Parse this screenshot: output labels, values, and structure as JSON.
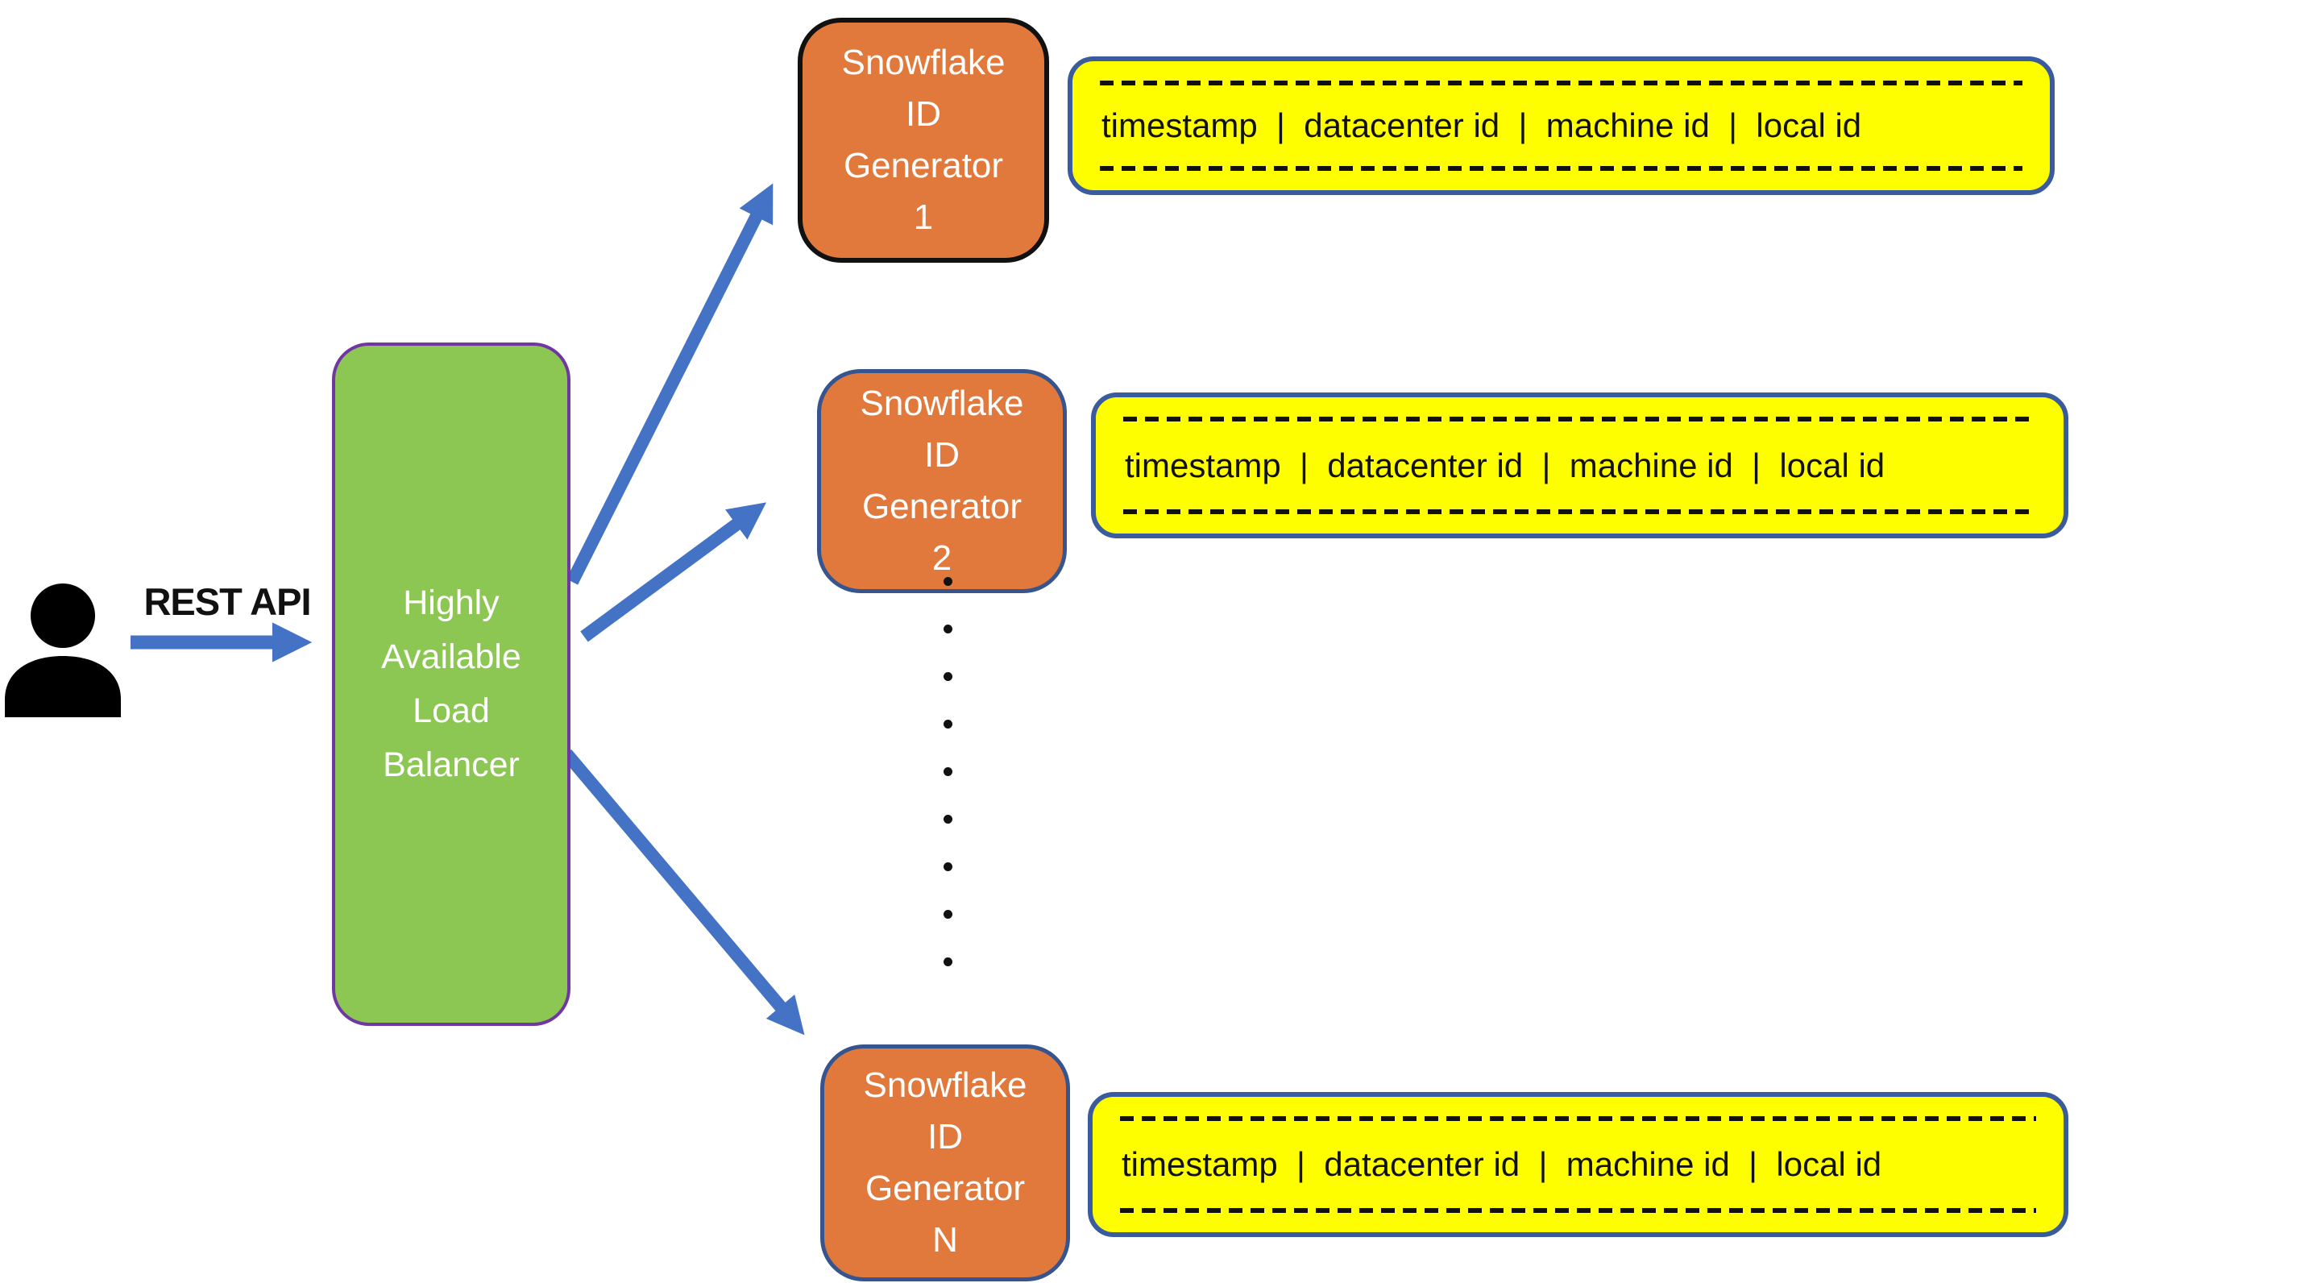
{
  "diagram": {
    "title_hint": "Snowflake ID generation architecture",
    "rest_api_label": "REST API",
    "load_balancer": {
      "label": "Highly\nAvailable\nLoad\nBalancer",
      "fill": "#8CC653",
      "border_color": "#7036A2",
      "text_color": "#FFFFFF"
    },
    "generators": [
      {
        "id": "1",
        "label": "Snowflake\nID\nGenerator\n1",
        "fill": "#E2793C",
        "border_color": "#111111"
      },
      {
        "id": "2",
        "label": "Snowflake\nID\nGenerator\n2",
        "fill": "#E2793C",
        "border_color": "#36558E"
      },
      {
        "id": "N",
        "label": "Snowflake\nID\nGenerator\nN",
        "fill": "#E2793C",
        "border_color": "#36558E"
      }
    ],
    "id_format": {
      "text": "timestamp  |  datacenter id  |  machine id  |  local id",
      "fill": "#FEFE00",
      "border_color": "#3A5C9E",
      "text_color": "#111111",
      "dashed_line_color": "#111111"
    },
    "ellipsis": {
      "dot_count": 9,
      "color": "#111111"
    },
    "arrows": {
      "color": "#4472C4",
      "connections": [
        {
          "from": "user",
          "to": "load-balancer",
          "label": "REST API"
        },
        {
          "from": "load-balancer",
          "to": "generator-1"
        },
        {
          "from": "load-balancer",
          "to": "generator-2"
        },
        {
          "from": "load-balancer",
          "to": "generator-N"
        }
      ]
    },
    "user_icon_color": "#000000",
    "background": "#FFFFFF"
  }
}
